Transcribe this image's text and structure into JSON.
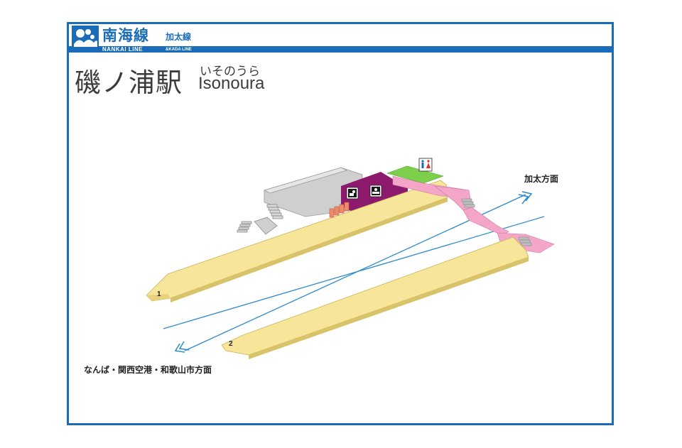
{
  "header": {
    "line_name": "南海線",
    "line_sub": "加太線",
    "line_name_en": "NANKAI LINE",
    "line_sub_en": "&KADA LINE"
  },
  "station": {
    "name": "磯ノ浦駅",
    "kana": "いそのうら",
    "roman": "Isonoura"
  },
  "directions": {
    "toward_kada": "加太方面",
    "toward_namba": "なんば・関西空港・和歌山市方面"
  },
  "platforms": {
    "platform_1": "1",
    "platform_2": "2"
  },
  "icons": [
    "nankai-logo-icon",
    "restroom-icon",
    "ticket-gate-staff-icon",
    "ticket-office-icon",
    "ticket-machine-icon",
    "stairs-icon",
    "direction-arrow-icon"
  ],
  "colors": {
    "brand_blue": "#1a6cb8",
    "platform": "#f7e69a",
    "station_building": "#8e1a6e",
    "walkway": "#f4a6c8",
    "restroom": "#7ccf4a",
    "structure_gray": "#bdbdbd",
    "ticket_machine": "#f08a6a"
  }
}
